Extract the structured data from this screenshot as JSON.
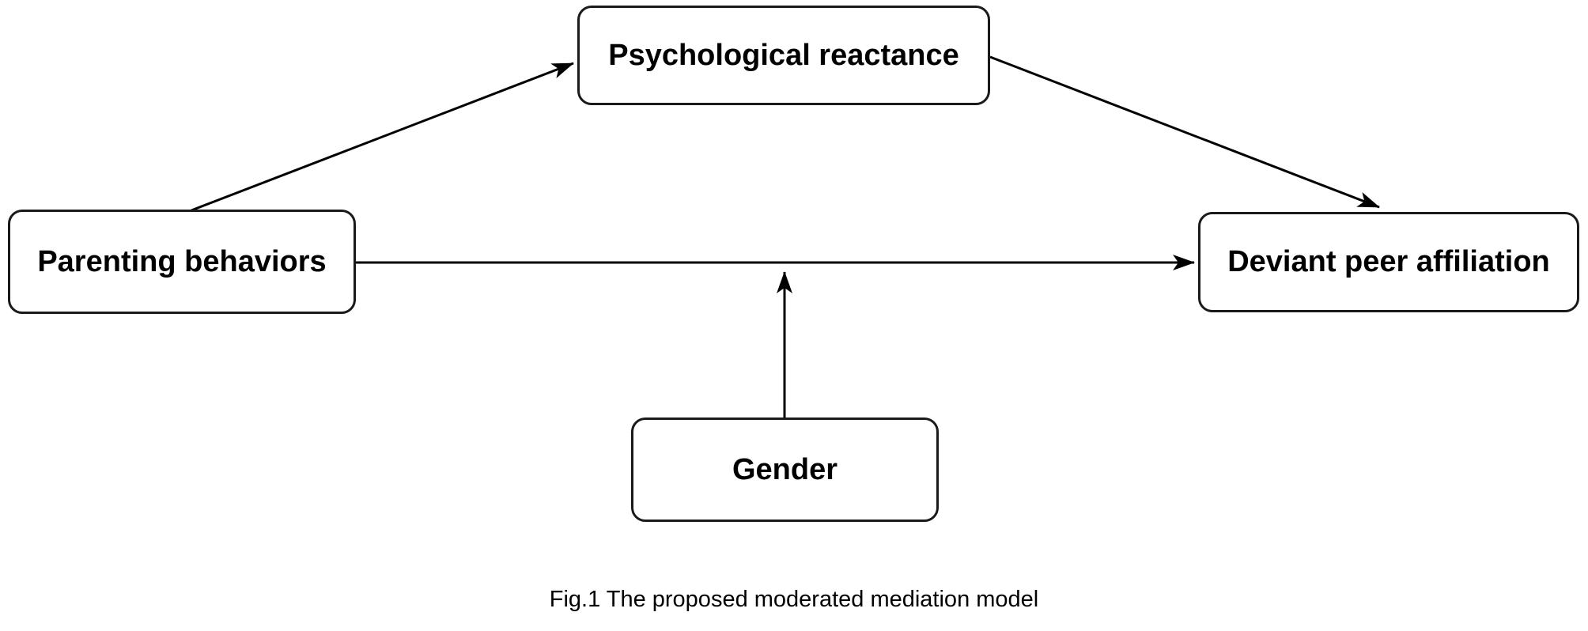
{
  "diagram": {
    "nodes": [
      {
        "id": "psychological-reactance",
        "label": "Psychological reactance"
      },
      {
        "id": "parenting-behaviors",
        "label": "Parenting behaviors"
      },
      {
        "id": "deviant-peer-affiliation",
        "label": "Deviant peer affiliation"
      },
      {
        "id": "gender",
        "label": "Gender"
      }
    ],
    "edges": [
      {
        "from": "parenting-behaviors",
        "to": "psychological-reactance",
        "target_type": "node"
      },
      {
        "from": "psychological-reactance",
        "to": "deviant-peer-affiliation",
        "target_type": "node"
      },
      {
        "from": "parenting-behaviors",
        "to": "deviant-peer-affiliation",
        "target_type": "node"
      },
      {
        "from": "gender",
        "to": "parenting-behaviors->deviant-peer-affiliation",
        "target_type": "edge"
      }
    ],
    "caption": "Fig.1 The proposed moderated mediation model",
    "colors": {
      "background": "#ffffff",
      "box_fill": "#ffffff",
      "box_border": "#1a1a1a",
      "arrow": "#000000",
      "text": "#000000"
    }
  }
}
